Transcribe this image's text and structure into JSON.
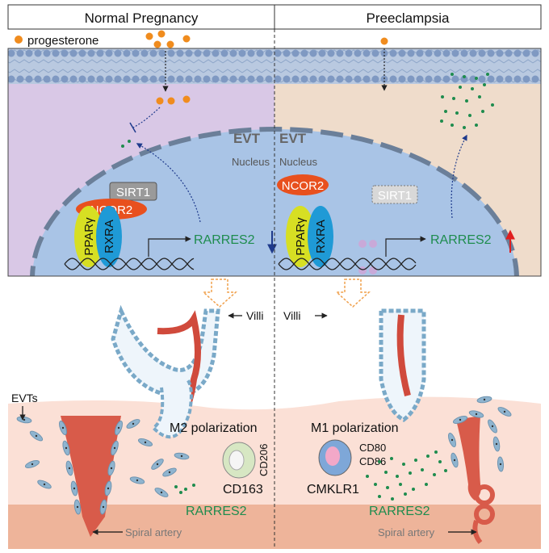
{
  "header": {
    "left_title": "Normal Pregnancy",
    "right_title": "Preeclampsia"
  },
  "legend": {
    "progesterone_label": "progesterone"
  },
  "cell": {
    "evt_left": "EVT",
    "evt_right": "EVT",
    "nucleus_left": "Nucleus",
    "nucleus_right": "Nucleus"
  },
  "left_complex": {
    "sirt1": "SIRT1",
    "ncor2": "NCOR2",
    "ppar": "PPARγ",
    "rxra": "RXRA",
    "gene": "RARRES2"
  },
  "right_complex": {
    "sirt1": "SIRT1",
    "ncor2": "NCOR2",
    "ppar": "PPARγ",
    "rxra": "RXRA",
    "gene": "RARRES2"
  },
  "tissue": {
    "villi_left": "Villi",
    "villi_right": "Villi",
    "evts_label": "EVTs",
    "m2_title": "M2 polarization",
    "cd206": "CD206",
    "cd163": "CD163",
    "rarres2_left": "RARRES2",
    "spiral_left": "Spiral artery",
    "m1_title": "M1 polarization",
    "cd80": "CD80",
    "cd86": "CD86",
    "cmklr1": "CMKLR1",
    "rarres2_right": "RARRES2",
    "spiral_right": "Spiral artery"
  },
  "colors": {
    "progesterone": "#f08c1e",
    "chemerin_dots": "#1e8c4e",
    "ncor2": "#e8501e",
    "ppar": "#d7df23",
    "rxra": "#1f9ad6",
    "nucleus": "#a9c4e6",
    "left_cytoplasm": "#d9c8e6",
    "right_cytoplasm": "#efdccb",
    "artery": "#d85b4a",
    "down_arrow": "#1e3a8c",
    "up_arrow": "#e01e1e"
  }
}
